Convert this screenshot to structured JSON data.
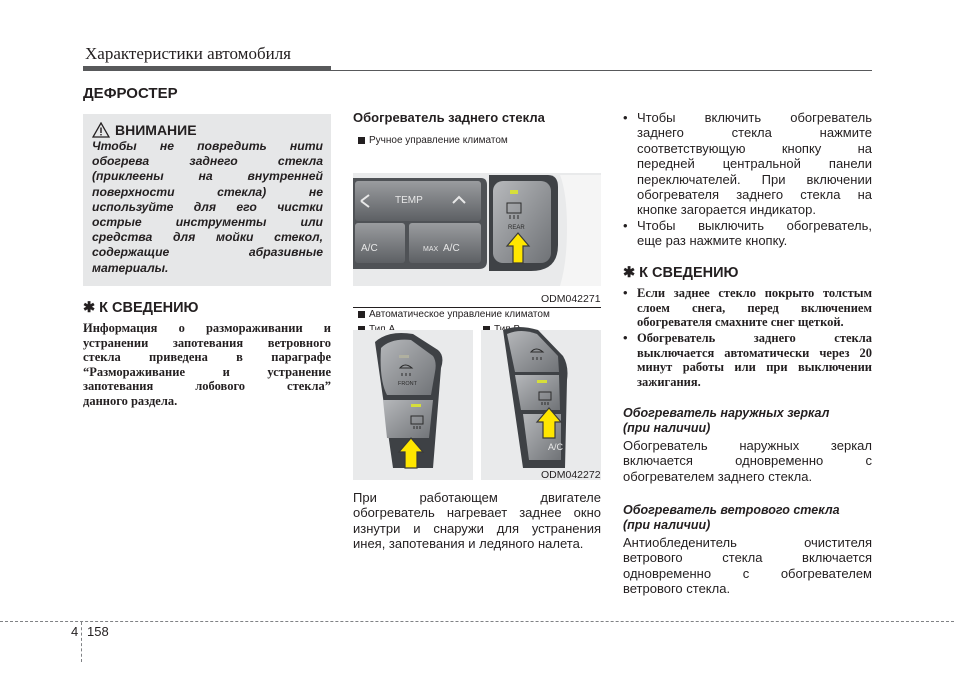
{
  "header": {
    "title": "Характеристики автомобиля"
  },
  "section_title": "ДЕФРОСТЕР",
  "warning": {
    "heading": "ВНИМАНИЕ",
    "lines": [
      "Чтобы не повредить нити",
      "обогрева заднего стекла",
      "(приклеены на внутренней",
      "поверхности стекла) не",
      "используйте для его чистки",
      "острые инструменты или",
      "средства для мойки стекол,",
      "содержащие абразивные",
      "материалы."
    ]
  },
  "note_left": {
    "heading": "К СВЕДЕНИЮ",
    "lines": [
      "Информация о размораживании и",
      "устранении запотевания ветровного",
      "стекла приведена в параграфе",
      "“Размораживание и устранение",
      "запотевания лобового стекла”",
      "данного раздела."
    ]
  },
  "middle": {
    "title": "Обогреватель заднего стекла",
    "manual_label": "Ручное управление климатом",
    "manual_code": "ODM042271",
    "auto_label": "Автоматическое управление климатом",
    "type_a": "Тип А",
    "type_b": "Тип B",
    "auto_code": "ODM042272",
    "button_texts": {
      "temp": "TEMP",
      "ac": "A/C",
      "max": "MAX",
      "rear": "REAR",
      "front": "FRONT"
    },
    "paragraph_lines": [
      "При работающем двигателе",
      "обогреватель нагревает заднее окно",
      "изнутри и снаружи для устранения",
      "инея, запотевания и ледяного налета."
    ]
  },
  "right": {
    "bullets": [
      {
        "lines": [
          "Чтобы включить обогреватель",
          "заднего стекла нажмите",
          "соответствующую кнопку на",
          "передней центральной панели",
          "переключателей. При включении",
          "обогревателя заднего стекла на",
          "кнопке загорается индикатор."
        ]
      },
      {
        "lines": [
          "Чтобы выключить обогреватель,",
          "еще раз нажмите кнопку."
        ]
      }
    ],
    "note_heading": "К СВЕДЕНИЮ",
    "note_bullets": [
      {
        "lines": [
          "Если заднее стекло покрыто толстым",
          "слоем снега, перед включением",
          "обогревателя смахните снег щеткой."
        ]
      },
      {
        "lines": [
          "Обогреватель заднего стекла",
          "выключается автоматически через 20",
          "минут работы или при выключении",
          "зажигания."
        ]
      }
    ],
    "mirror_heading_1": "Обогреватель наружных зеркал",
    "mirror_heading_2": "(при наличии)",
    "mirror_lines": [
      "Обогреватель наружных зеркал",
      "включается одновременно с",
      "обогревателем заднего стекла."
    ],
    "wiper_heading_1": "Обогреватель ветрового стекла",
    "wiper_heading_2": "(при наличии)",
    "wiper_lines": [
      "Антиобледенитель очистителя",
      "ветрового стекла включается",
      "одновременно с обогревателем",
      "ветрового стекла."
    ]
  },
  "footer": {
    "chapter": "4",
    "page": "158"
  }
}
